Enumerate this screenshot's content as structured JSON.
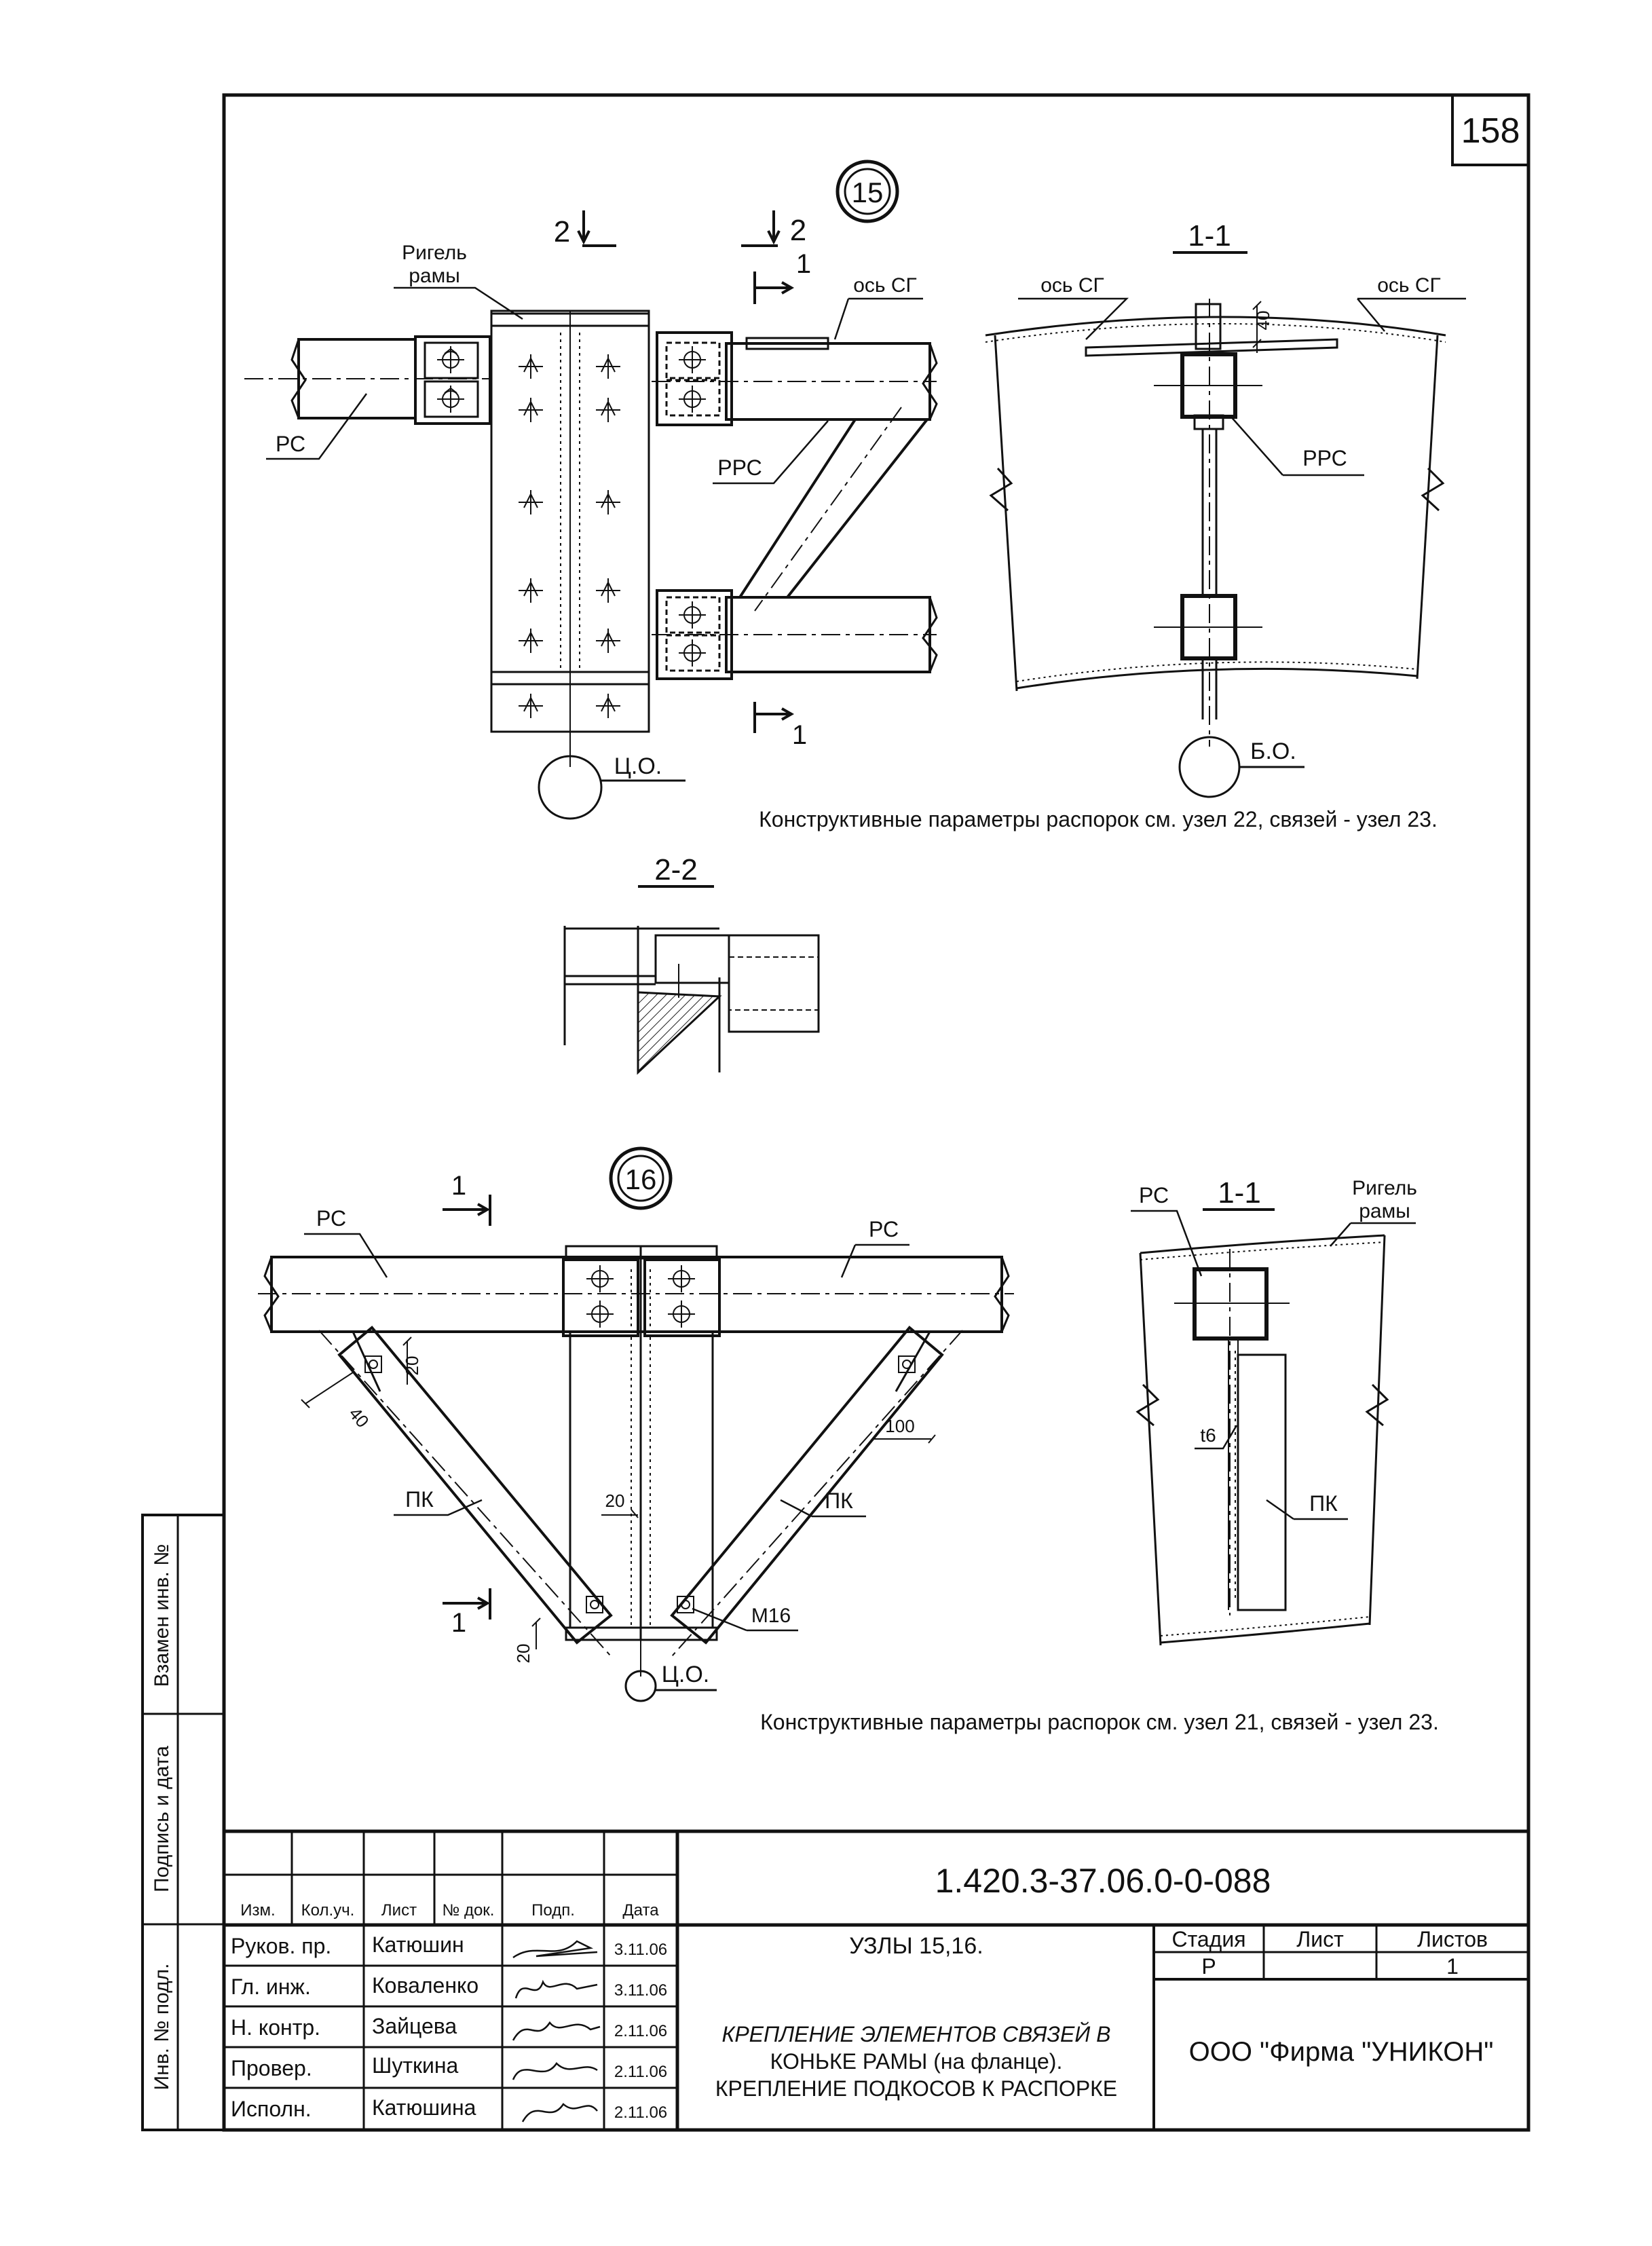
{
  "sheet_number": "158",
  "node15": {
    "number": "15",
    "section_mark_2": "2",
    "section_mark_1": "1",
    "label_rigel_line1": "Ригель",
    "label_rigel_line2": "рамы",
    "label_os_sg": "ось СГ",
    "label_rs": "РС",
    "label_rrs": "РРС",
    "label_co": "Ц.О.",
    "note": "Конструктивные параметры распорок см. узел 22, связей - узел 23."
  },
  "section11_a": {
    "title": "1-1",
    "label_os_sg_left": "ось СГ",
    "label_os_sg_right": "ось СГ",
    "dim_40": "40",
    "label_rrs": "РРС",
    "label_bo": "Б.О."
  },
  "section22": {
    "title": "2-2"
  },
  "node16": {
    "number": "16",
    "section_mark_1": "1",
    "label_rs_left": "РС",
    "label_rs_right": "РС",
    "dim_20a": "20",
    "dim_40": "40",
    "dim_100": "100",
    "dim_20b": "20",
    "dim_20c": "20",
    "label_pk_left": "ПК",
    "label_pk_right": "ПК",
    "label_m16": "М16",
    "label_co": "Ц.О.",
    "note": "Конструктивные параметры распорок см. узел 21, связей - узел 23."
  },
  "section11_b": {
    "title": "1-1",
    "label_rs": "РС",
    "label_rigel_line1": "Ригель",
    "label_rigel_line2": "рамы",
    "label_t6": "t6",
    "label_pk": "ПК"
  },
  "side_stamp": {
    "zamen": "Взамен инв. №",
    "podpis": "Подпись и дата",
    "inv": "Инв. № подл."
  },
  "title_block": {
    "doc_code": "1.420.3-37.06.0-0-088",
    "col_izm": "Изм.",
    "col_kolu": "Кол.уч.",
    "col_list": "Лист",
    "col_ndok": "№ док.",
    "col_podp": "Подп.",
    "col_data": "Дата",
    "rows": [
      {
        "role": "Руков. пр.",
        "name": "Катюшин",
        "date": "3.11.06"
      },
      {
        "role": "Гл. инж.",
        "name": "Коваленко",
        "date": "3.11.06"
      },
      {
        "role": "Н. контр.",
        "name": "Зайцева",
        "date": "2.11.06"
      },
      {
        "role": "Провер.",
        "name": "Шуткина",
        "date": "2.11.06"
      },
      {
        "role": "Исполн.",
        "name": "Катюшина",
        "date": "2.11.06"
      }
    ],
    "title_line1": "УЗЛЫ 15,16.",
    "title_line2": "КРЕПЛЕНИЕ ЭЛЕМЕНТОВ СВЯЗЕЙ  В",
    "title_line3": "КОНЬКЕ РАМЫ (на фланце).",
    "title_line4": "КРЕПЛЕНИЕ ПОДКОСОВ К РАСПОРКЕ",
    "stadia_label": "Стадия",
    "list_label": "Лист",
    "listov_label": "Листов",
    "stadia_value": "Р",
    "list_value": "",
    "listov_value": "1",
    "company": "ООО  \"Фирма \"УНИКОН\""
  }
}
